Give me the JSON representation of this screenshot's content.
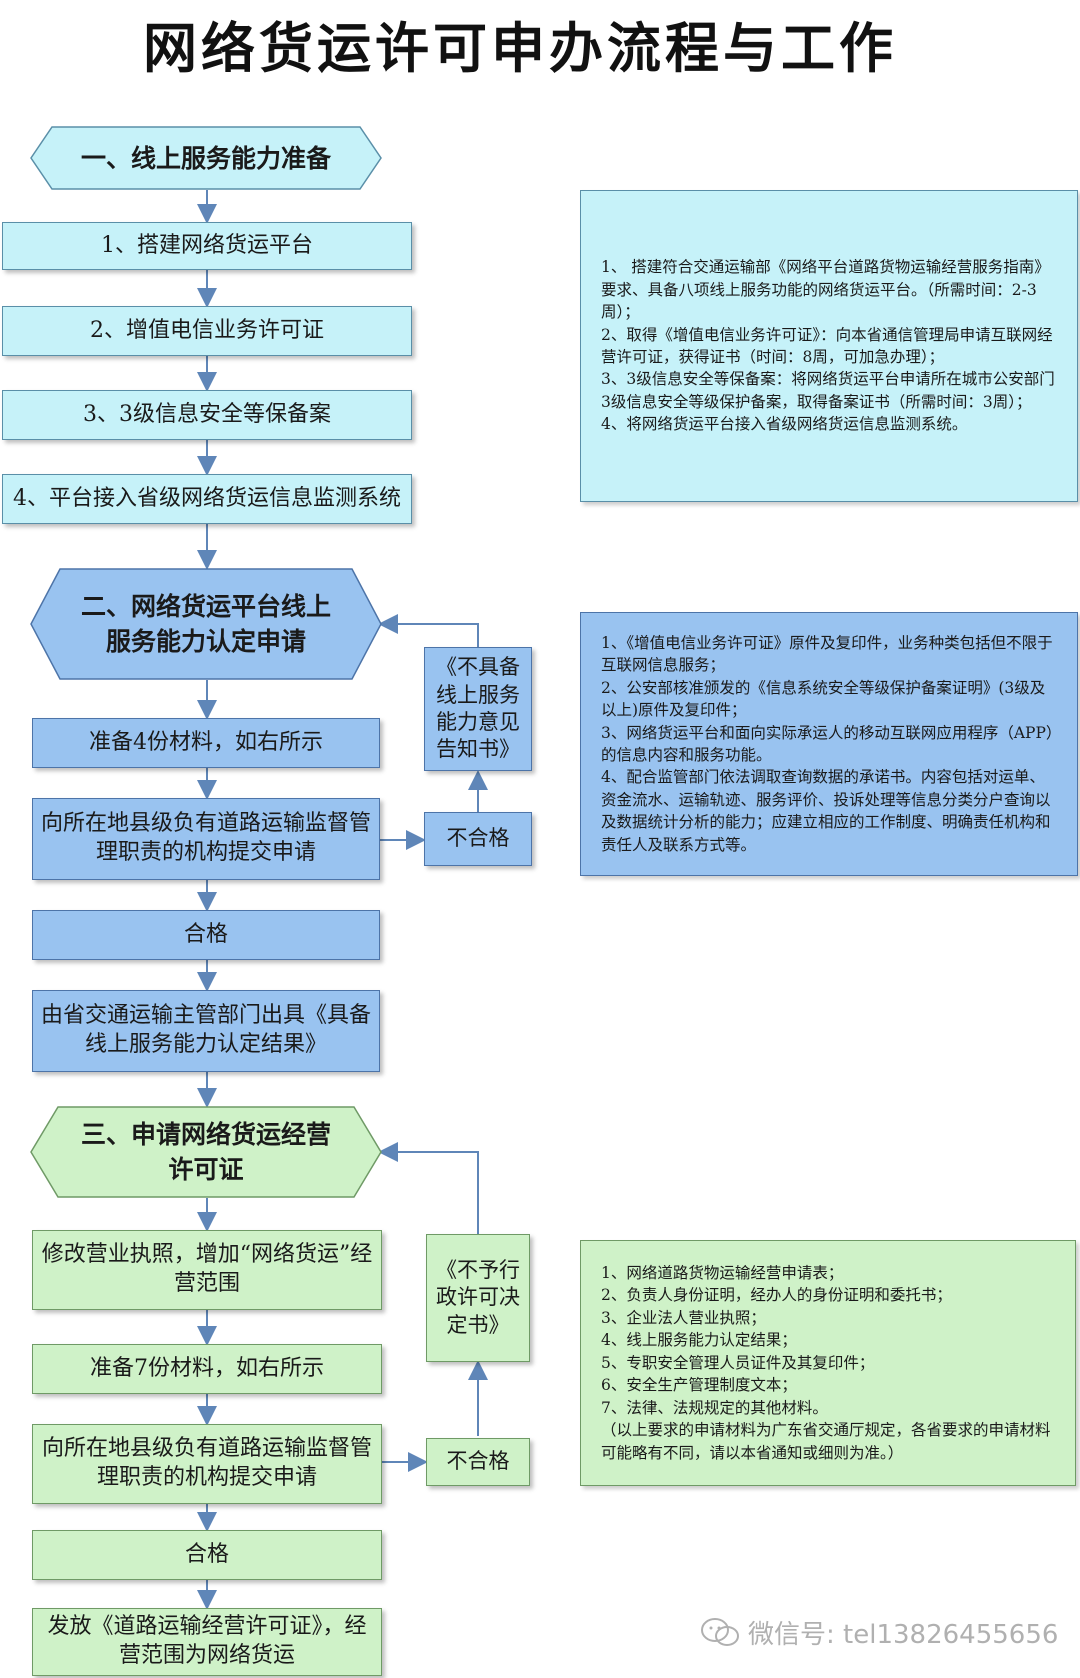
{
  "title": "网络货运许可申办流程与工作",
  "stage1": {
    "heading": "一、线上服务能力准备",
    "steps": [
      "1、搭建网络货运平台",
      "2、增值电信业务许可证",
      "3、3级信息安全等保备案",
      "4、平台接入省级网络货运信息监测系统"
    ],
    "notes": [
      "1、 搭建符合交通运输部《网络平台道路货物运输经营服务指南》要求、具备八项线上服务功能的网络货运平台。（所需时间：2-3周）；",
      "2、取得《增值电信业务许可证》：向本省通信管理局申请互联网经营许可证，获得证书（时间：8周，可加急办理）；",
      "3、3级信息安全等保备案：将网络货运平台申请所在城市公安部门3级信息安全等级保护备案，取得备案证书（所需时间：3周）；",
      "4、将网络货运平台接入省级网络货运信息监测系统。"
    ]
  },
  "stage2": {
    "heading_line1": "二、网络货运平台线上",
    "heading_line2": "服务能力认定申请",
    "steps": [
      "准备4份材料，如右所示",
      "向所在地县级负有道路运输监督管理职责的机构提交申请",
      "合格",
      "由省交通运输主管部门出具《具备线上服务能力认定结果》"
    ],
    "fail": "不合格",
    "notice": "《不具备线上服务能力意见告知书》",
    "notes": [
      "1、《增值电信业务许可证》原件及复印件，业务种类包括但不限于互联网信息服务；",
      "2、公安部核准颁发的《信息系统安全等级保护备案证明》(3级及以上)原件及复印件；",
      "3、网络货运平台和面向实际承运人的移动互联网应用程序（APP）的信息内容和服务功能。",
      "4、配合监管部门依法调取查询数据的承诺书。内容包括对运单、资金流水、运输轨迹、服务评价、投诉处理等信息分类分户查询以及数据统计分析的能力；应建立相应的工作制度、明确责任机构和责任人及联系方式等。"
    ]
  },
  "stage3": {
    "heading_line1": "三、申请网络货运经营",
    "heading_line2": "许可证",
    "steps": [
      "修改营业执照，增加“网络货运”经营范围",
      "准备7份材料，如右所示",
      "向所在地县级负有道路运输监督管理职责的机构提交申请",
      "合格",
      "发放《道路运输经营许可证》，经营范围为网络货运"
    ],
    "fail": "不合格",
    "notice": "《不予行政许可决定书》",
    "notes": [
      "1、网络道路货物运输经营申请表；",
      "2、负责人身份证明，经办人的身份证明和委托书；",
      "3、企业法人营业执照；",
      "4、线上服务能力认定结果；",
      "5、专职安全管理人员证件及其复印件；",
      "6、安全生产管理制度文本；",
      "7、法律、法规规定的其他材料。",
      "（以上要求的申请材料为广东省交通厅规定，各省要求的申请材料可能略有不同，请以本省通知或细则为准。）"
    ]
  },
  "watermark": "微信号: tel13826455656",
  "colors": {
    "cyan": "#c6f2f9",
    "blue": "#99c3f0",
    "green": "#cff2c8",
    "arrow": "#5f86b8"
  }
}
